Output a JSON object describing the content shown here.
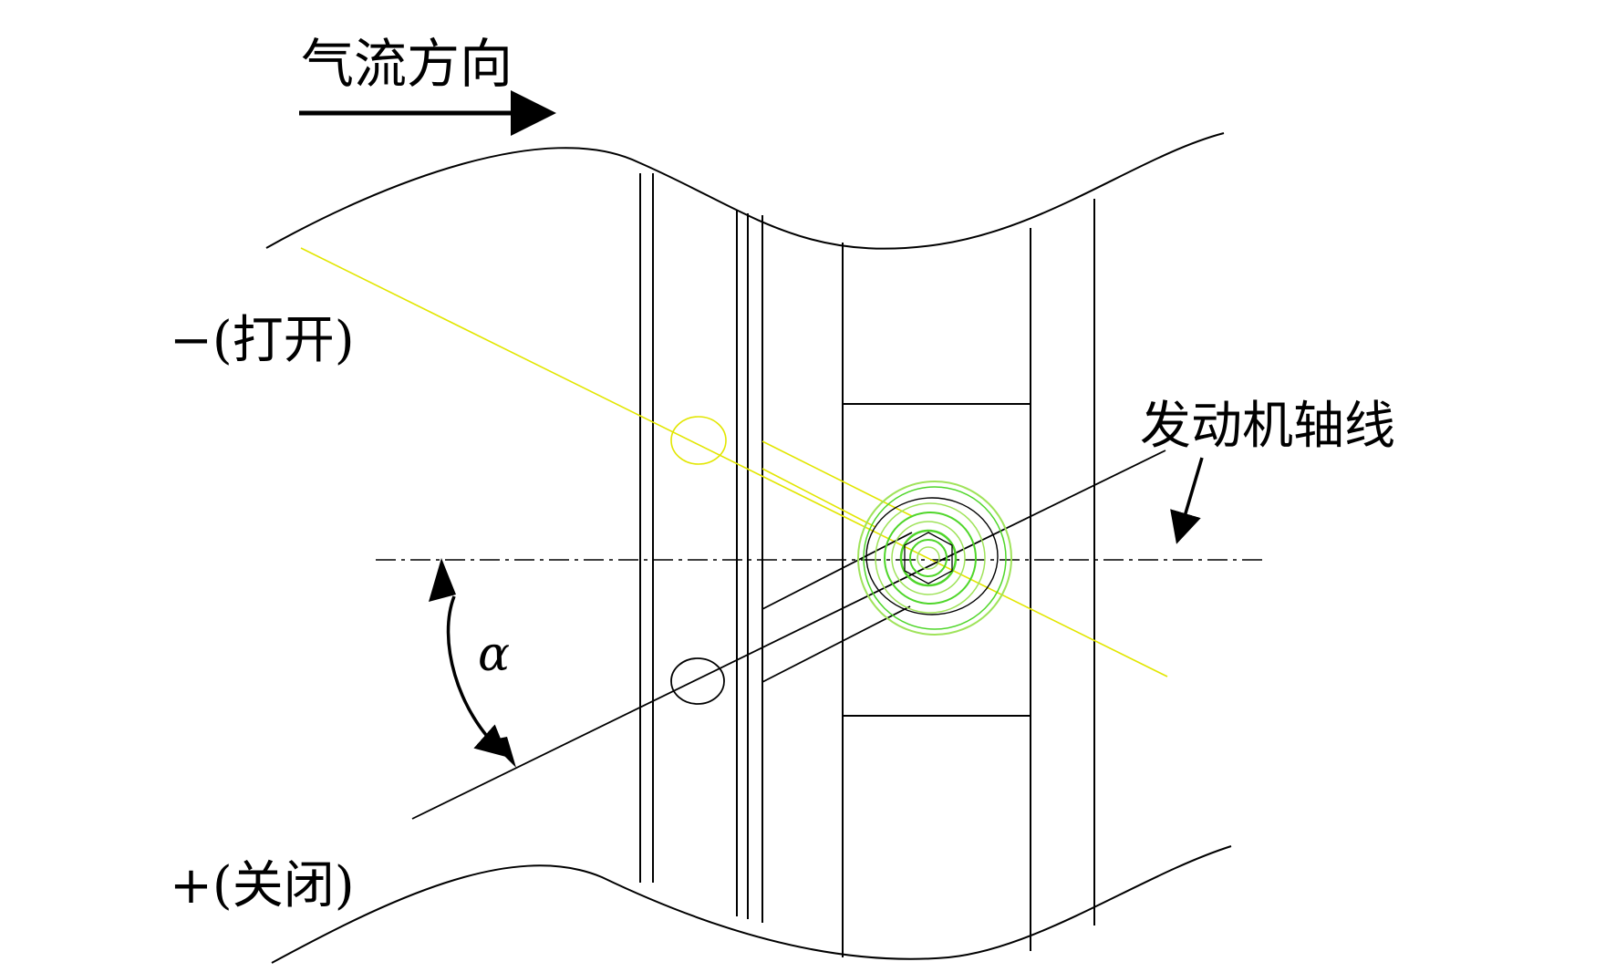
{
  "labels": {
    "airflow": "气流方向",
    "open": "−(打开)",
    "close": "+(关闭)",
    "engine_axis": "发动机轴线",
    "alpha": "α"
  },
  "colors": {
    "line": "#000000",
    "yellow": "#e2e600",
    "green": "#4fd62a",
    "light_green": "#9fe35a"
  }
}
